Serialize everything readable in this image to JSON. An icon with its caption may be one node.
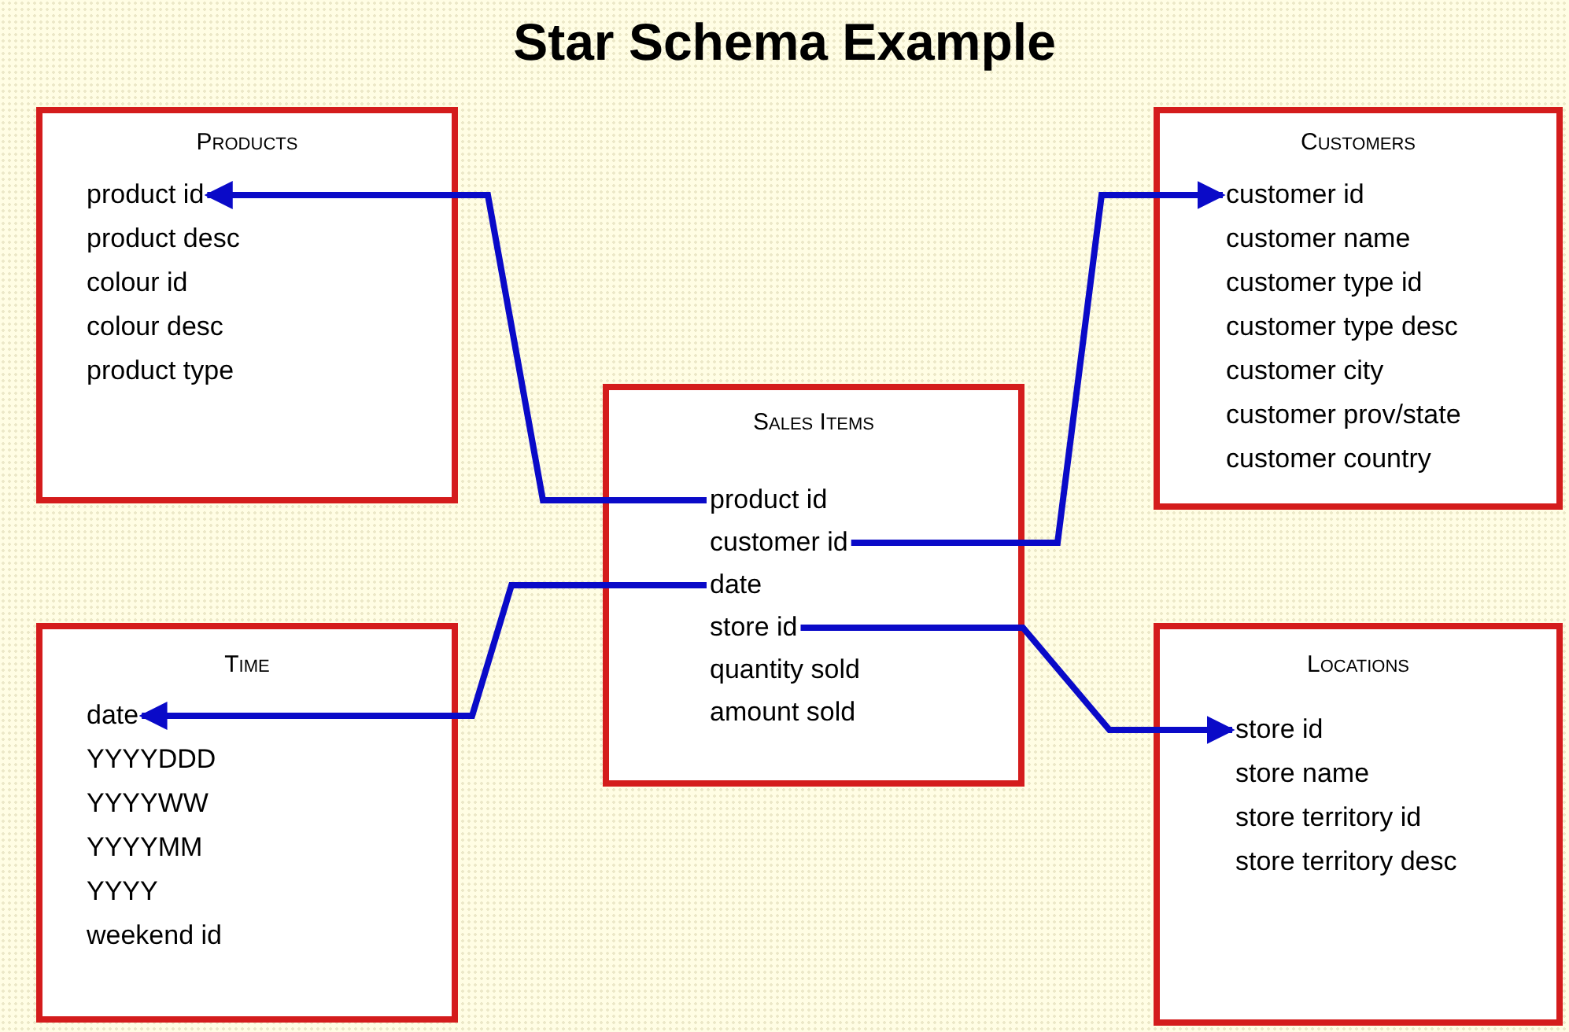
{
  "diagram": {
    "title": "Star Schema Example",
    "nodes": [
      {
        "text": [
          "Products"
        ]
      },
      {
        "text": [
          "product id"
        ],
        "in": 0
      },
      {
        "text": [
          "product desc"
        ],
        "in": 0
      },
      {
        "text": [
          "colour id"
        ],
        "in": 0
      },
      {
        "text": [
          "colour desc"
        ],
        "in": 0
      },
      {
        "text": [
          "product type"
        ],
        "in": 0
      },
      {
        "text": [
          "Customers"
        ]
      },
      {
        "text": [
          "customer id"
        ],
        "in": 6
      },
      {
        "text": [
          "customer name"
        ],
        "in": 6
      },
      {
        "text": [
          "customer type id"
        ],
        "in": 6
      },
      {
        "text": [
          "customer type desc"
        ],
        "in": 6
      },
      {
        "text": [
          "customer city"
        ],
        "in": 6
      },
      {
        "text": [
          "customer prov/state"
        ],
        "in": 6
      },
      {
        "text": [
          "customer country"
        ],
        "in": 6
      },
      {
        "text": [
          "Sales Items"
        ]
      },
      {
        "text": [
          "product id"
        ],
        "in": 14
      },
      {
        "text": [
          "customer id"
        ],
        "in": 14
      },
      {
        "text": [
          "date"
        ],
        "in": 14
      },
      {
        "text": [
          "store id"
        ],
        "in": 14
      },
      {
        "text": [
          "quantity sold"
        ],
        "in": 14
      },
      {
        "text": [
          "amount sold"
        ],
        "in": 14
      },
      {
        "text": [
          "Time"
        ]
      },
      {
        "text": [
          "date"
        ],
        "in": 21
      },
      {
        "text": [
          "YYYYDDD"
        ],
        "in": 21
      },
      {
        "text": [
          "YYYYWW"
        ],
        "in": 21
      },
      {
        "text": [
          "YYYYMM"
        ],
        "in": 21
      },
      {
        "text": [
          "YYYY"
        ],
        "in": 21
      },
      {
        "text": [
          "weekend id"
        ],
        "in": 21
      },
      {
        "text": [
          "Locations"
        ]
      },
      {
        "text": [
          "store id"
        ],
        "in": 28
      },
      {
        "text": [
          "store name"
        ],
        "in": 28
      },
      {
        "text": [
          "store territory id"
        ],
        "in": 28
      },
      {
        "text": [
          "store territory desc"
        ],
        "in": 28
      }
    ],
    "edges": [
      {
        "from": 15,
        "to": 1,
        "arrow": "to"
      },
      {
        "from": 16,
        "to": 7,
        "arrow": "to"
      },
      {
        "from": 17,
        "to": 22,
        "arrow": "to"
      },
      {
        "from": 18,
        "to": 29,
        "arrow": "to"
      }
    ]
  }
}
